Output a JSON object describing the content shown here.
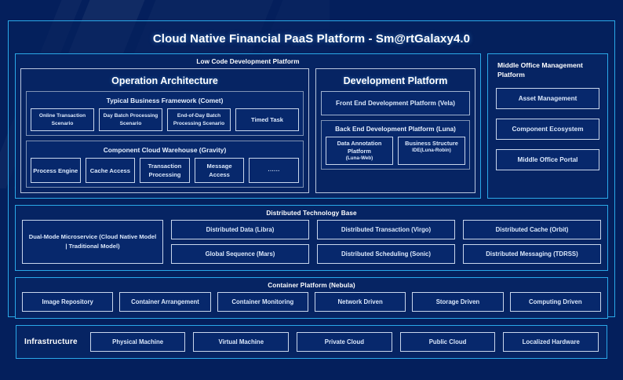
{
  "platform": {
    "title": "Cloud Native Financial PaaS Platform - Sm@rtGalaxy4.0"
  },
  "low_code": {
    "title": "Low Code Development Platform",
    "operation_architecture": {
      "title": "Operation Architecture",
      "business_framework": {
        "title": "Typical Business Framework (Comet)",
        "items": [
          "Online Transaction Scenario",
          "Day Batch Processing Scenario",
          "End-of-Day Batch Processing Scenario",
          "Timed Task"
        ]
      },
      "component_warehouse": {
        "title": "Component Cloud Warehouse (Gravity)",
        "items": [
          "Process Engine",
          "Cache Access",
          "Transaction Processing",
          "Message Access",
          "......"
        ]
      }
    },
    "development_platform": {
      "title": "Development Platform",
      "front_end": "Front End Development Platform (Vela)",
      "back_end": {
        "title": "Back End Development Platform (Luna)",
        "items": [
          {
            "name": "Data Annotation Platform",
            "sub": "(Luna-Web)"
          },
          {
            "name": "Business Structure",
            "sub": "IDE(Luna-Robin)"
          }
        ]
      }
    }
  },
  "middle_office": {
    "title": "Middle Office Management Platform",
    "items": [
      "Asset Management",
      "Component Ecosystem",
      "Middle Office Portal"
    ]
  },
  "distributed_technology_base": {
    "title": "Distributed Technology Base",
    "feature": "Dual-Mode Microservice (Cloud Native Model | Traditional Model)",
    "columns": [
      [
        "Distributed Data (Libra)",
        "Global Sequence (Mars)"
      ],
      [
        "Distributed Transaction (Virgo)",
        "Distributed Scheduling (Sonic)"
      ],
      [
        "Distributed Cache (Orbit)",
        "Distributed Messaging (TDRSS)"
      ]
    ]
  },
  "container_platform": {
    "title": "Container Platform (Nebula)",
    "items": [
      "Image Repository",
      "Container Arrangement",
      "Container Monitoring",
      "Network Driven",
      "Storage Driven",
      "Computing Driven"
    ]
  },
  "infrastructure": {
    "label": "Infrastructure",
    "items": [
      "Physical Machine",
      "Virtual Machine",
      "Private Cloud",
      "Public Cloud",
      "Localized Hardware"
    ]
  },
  "colors": {
    "background": "#041f5c",
    "panel_fill": "#062463",
    "cell_fill": "#07286c",
    "accent_border": "#2aa8e8",
    "cell_border": "#c8d6ec",
    "text": "#dbe8fb",
    "title_text": "#ffffff"
  }
}
